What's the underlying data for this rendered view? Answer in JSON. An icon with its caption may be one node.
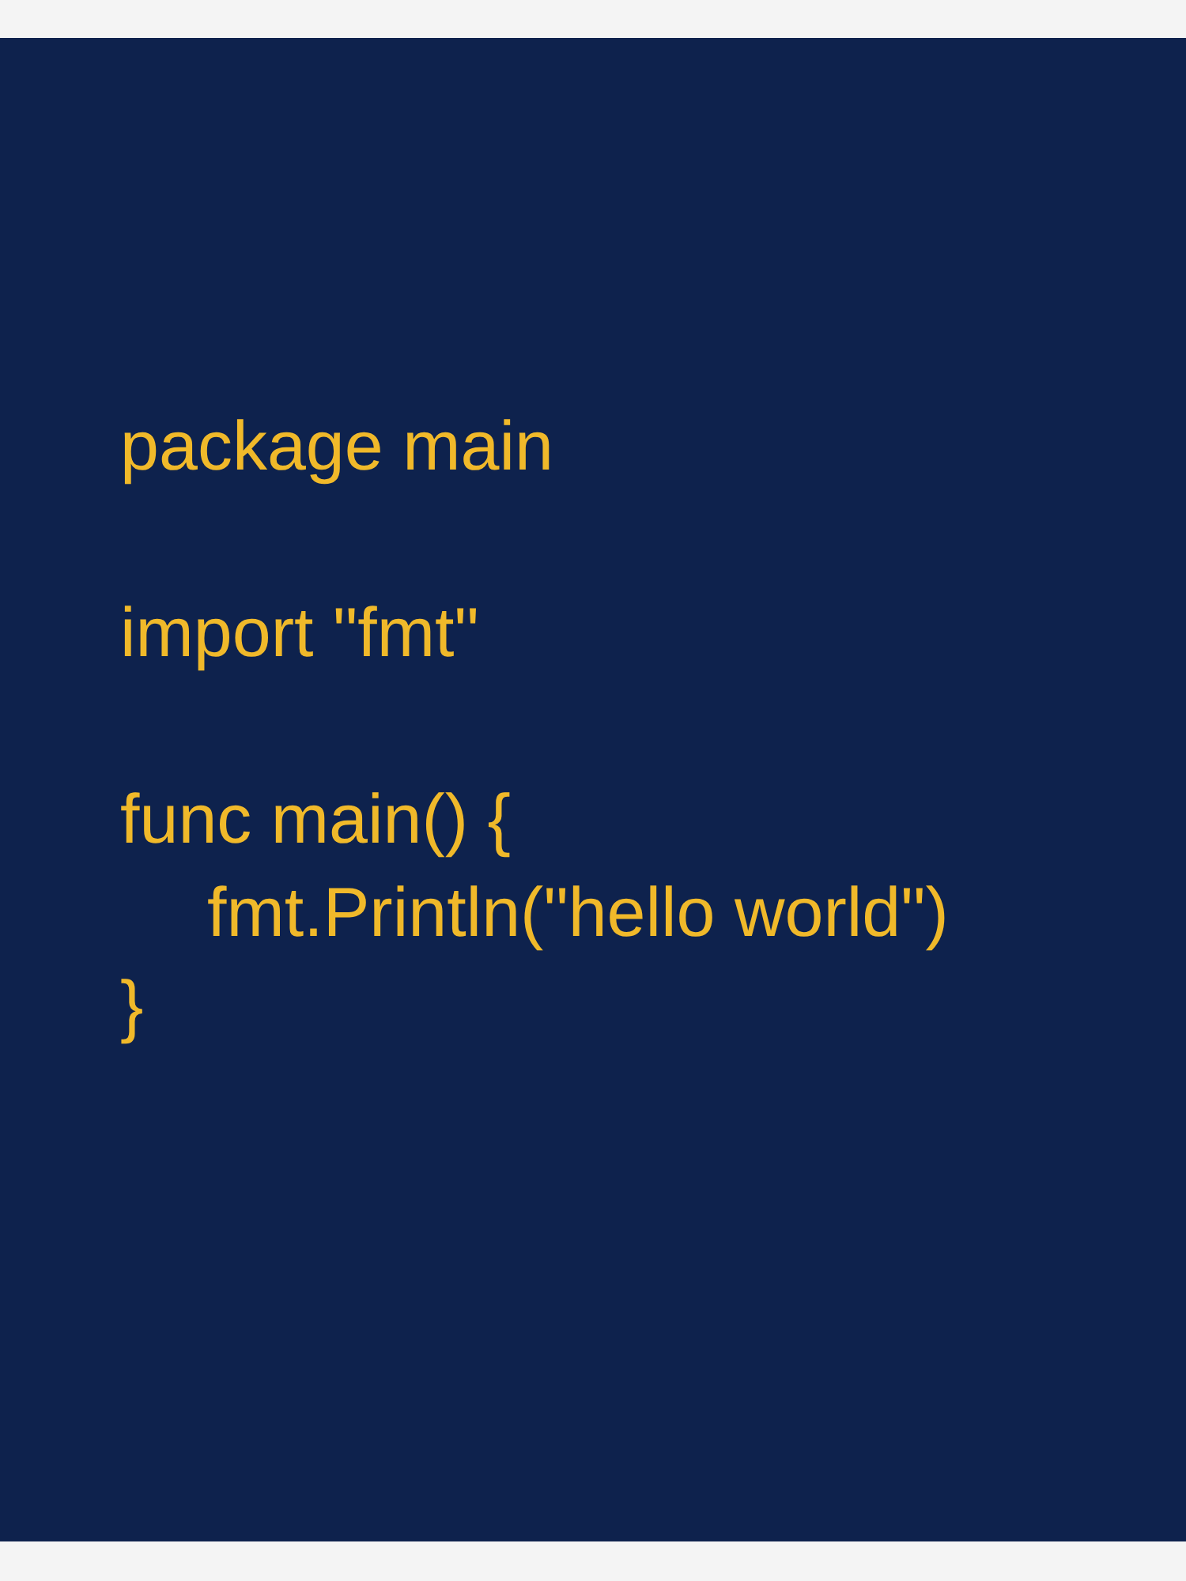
{
  "diagram": {
    "labels": [
      "package main",
      "import \"fmt\"",
      "func main() {",
      "fmt.Println(\"hello world\")",
      "}"
    ]
  }
}
